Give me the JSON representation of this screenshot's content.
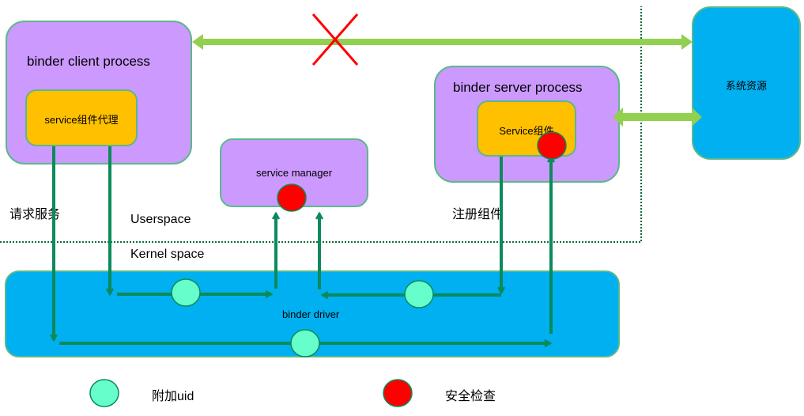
{
  "nodes": {
    "client_process": {
      "label": "binder client process"
    },
    "client_proxy": {
      "label": "service组件代理"
    },
    "service_manager": {
      "label": "service manager"
    },
    "server_process": {
      "label": "binder server process"
    },
    "server_component": {
      "label": "Service组件"
    },
    "system_resource": {
      "label": "系统资源"
    },
    "binder_driver": {
      "label": "binder driver"
    }
  },
  "annotations": {
    "request_service": "请求服务",
    "register_component": "注册组件",
    "userspace": "Userspace",
    "kernel_space": "Kernel space"
  },
  "legend": [
    {
      "marker": "attach-uid",
      "label": "附加uid",
      "color": "#66ffcc"
    },
    {
      "marker": "security-check",
      "label": "安全检查",
      "color": "#ff0000"
    }
  ],
  "colors": {
    "process_fill": "#cc99ff",
    "component_fill": "#ffc000",
    "kernel_fill": "#00b0f0",
    "flow_arrow": "#0b8a5a",
    "resource_arrow": "#92d050",
    "blocked_mark": "#ff0000"
  },
  "edges": [
    {
      "from": "system_resource",
      "to": "client_process",
      "type": "double-arrow",
      "blocked": true
    },
    {
      "from": "server_process",
      "to": "system_resource",
      "type": "double-arrow",
      "blocked": false
    },
    {
      "from": "client_proxy",
      "to": "service_manager",
      "via": "binder_driver",
      "attach_uid": true
    },
    {
      "from": "server_component",
      "to": "service_manager",
      "via": "binder_driver",
      "attach_uid": true
    },
    {
      "from": "client_proxy",
      "to": "server_component",
      "via": "binder_driver",
      "attach_uid": true,
      "security_check": true
    }
  ]
}
